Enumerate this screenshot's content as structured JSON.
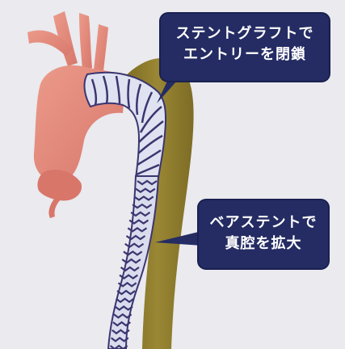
{
  "callouts": {
    "stent_graft": {
      "line1": "ステントグラフトで",
      "line2": "エントリーを閉鎖"
    },
    "bare_stent": {
      "line1": "ベアステントで",
      "line2": "真腔を拡大"
    }
  },
  "colors": {
    "background": "#eaeaef",
    "aorta": "#e58a7c",
    "false_lumen": "#8d7a2e",
    "stent_mesh": "#d9dcec",
    "stent_struts": "#3b3570",
    "callout_bg": "#242c63",
    "callout_text": "#ffffff"
  }
}
